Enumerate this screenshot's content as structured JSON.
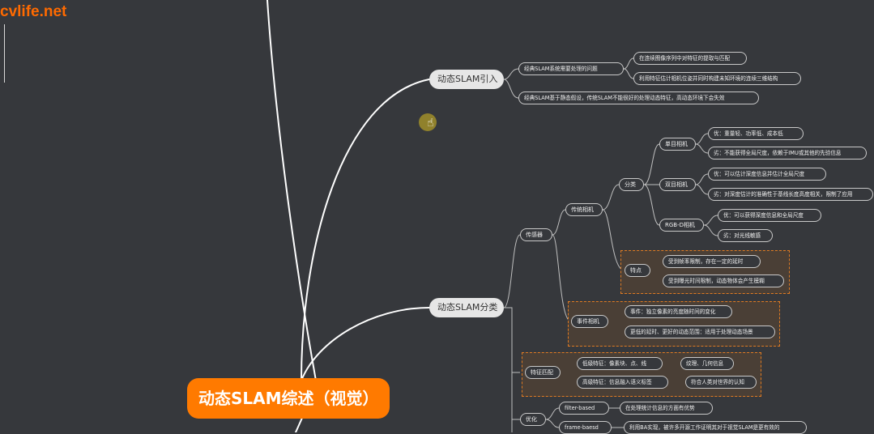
{
  "watermark": "cvlife.net",
  "root": "动态SLAM综述（视觉）",
  "intro": {
    "label": "动态SLAM引入",
    "problem": "经典SLAM系统需要处理的问题",
    "problem_items": [
      "在连续图像序列中对特征的提取与匹配",
      "利用特征估计相机位姿并同时构建未知环境的连续三维结构"
    ],
    "assumption": "经典SLAM基于静态假设，传统SLAM不能很好的处理动态特征，高动态环境下会失效"
  },
  "classification": {
    "label": "动态SLAM分类",
    "sensor": "传感器",
    "traditional_camera": "传统相机",
    "category": "分类",
    "mono": "单目相机",
    "mono_pro": "优：重量轻、功率低、成本低",
    "mono_con": "劣：不能获得全局尺度，依赖于IMU或其他的先验信息",
    "stereo": "双目相机",
    "stereo_pro": "优：可以估计深度信息并估计全局尺度",
    "stereo_con": "劣：对深度估计的准确性于基线长度高度相关，限制了应用",
    "rgbd": "RGB-D相机",
    "rgbd_pro": "优：可以获得深度信息和全局尺度",
    "rgbd_con": "劣：对光线敏感",
    "feature": "特点",
    "feature_items": [
      "受到帧率限制，存在一定的延时",
      "受到曝光时间限制，动态物体会产生模糊"
    ],
    "event_camera": "事件相机",
    "event_items": [
      "事件：独立像素的亮度随时间的变化",
      "更低的延时、更好的动态范围：适用于处理动态场景"
    ],
    "feature_match": "特征匹配",
    "low_level": "低级特征：像素块、点、线",
    "low_level_info": "纹理、几何信息",
    "high_level": "高级特征：信息融入语义标签",
    "high_level_info": "符合人类对世界的认知",
    "optimization": "优化",
    "filter": "filter-based",
    "filter_info": "在处理统计信息的方面有优势",
    "frame": "frame-baesd",
    "frame_info": "利用BA实现，被许多开源工作证明其对于视觉SLAM是更有效的"
  }
}
